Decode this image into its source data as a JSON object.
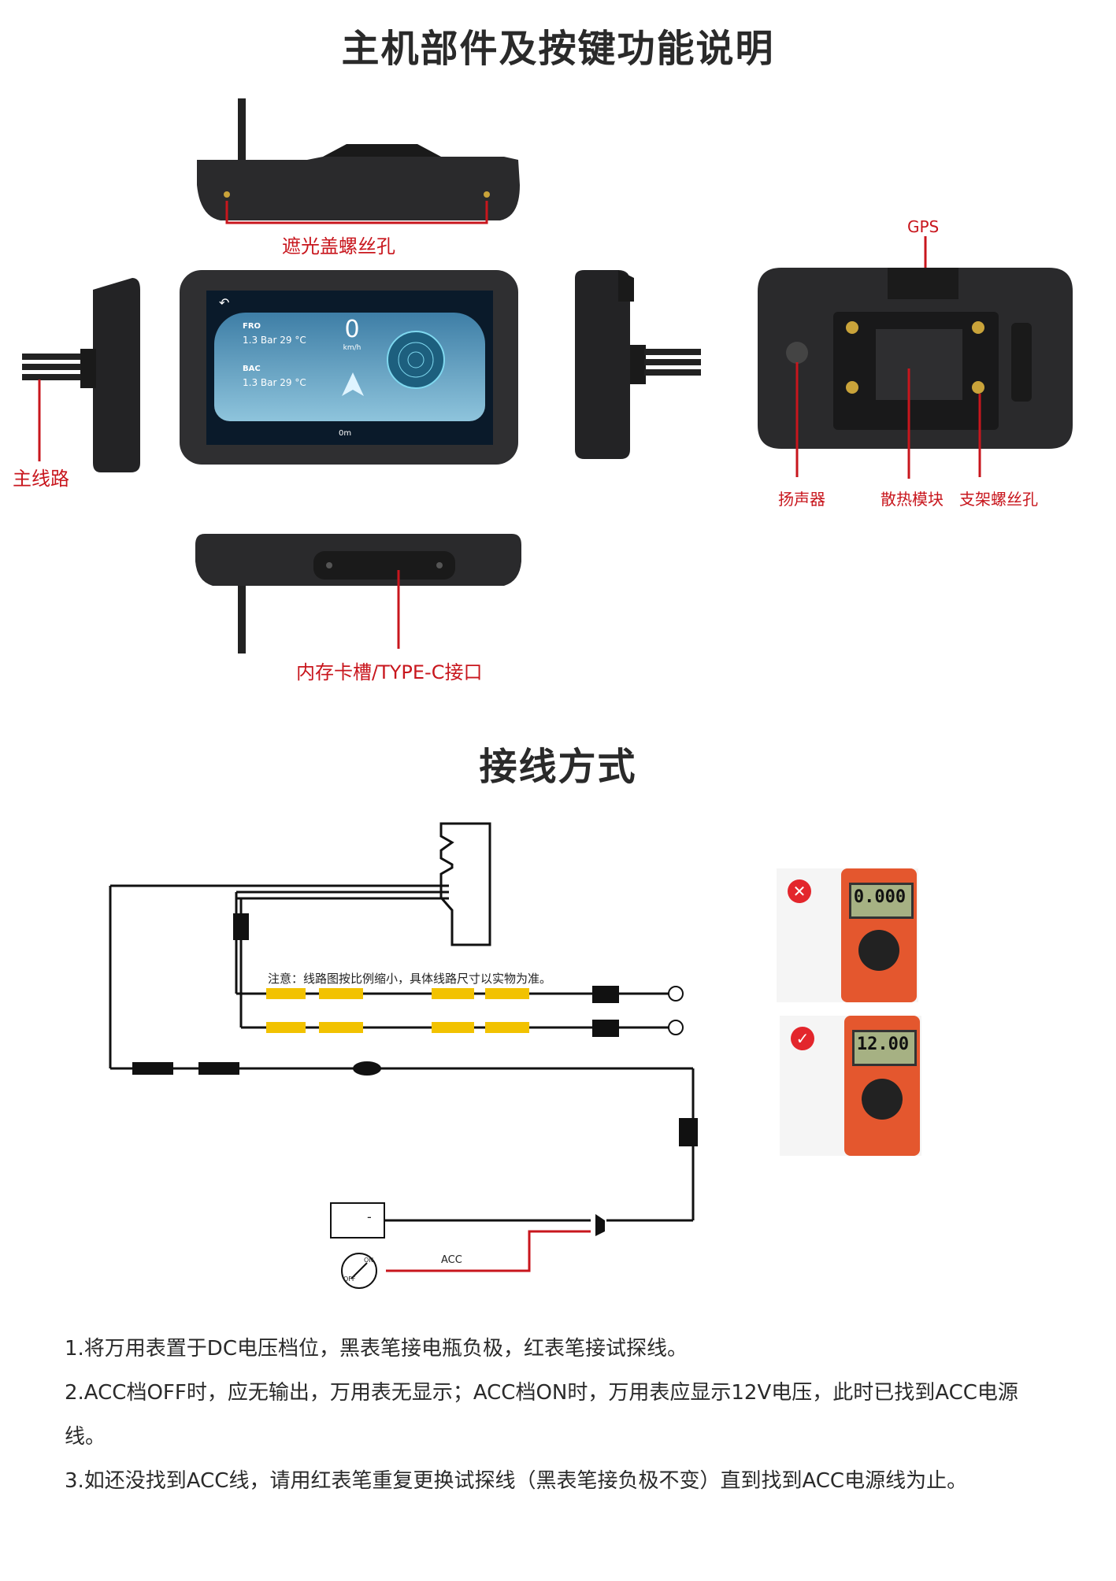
{
  "section1": {
    "title": "主机部件及按键功能说明",
    "labels": {
      "sunshade_holes": "遮光盖螺丝孔",
      "main_line": "主线路",
      "gps": "GPS",
      "speaker": "扬声器",
      "heatsink": "散热模块",
      "bracket_holes": "支架螺丝孔",
      "card_slot": "内存卡槽/TYPE-C接口"
    },
    "screen": {
      "fro_label": "FRO",
      "fro_value": "1.3 Bar 29 °C",
      "bac_label": "BAC",
      "bac_value": "1.3 Bar 29 °C",
      "speed": "0",
      "speed_unit": "km/h",
      "distance": "0m"
    }
  },
  "section2": {
    "title": "接线方式",
    "note": "注意：线路图按比例缩小，具体线路尺寸以实物为准。",
    "acc_label": "ACC",
    "switch_on": "ON",
    "switch_off": "OFF",
    "battery_minus": "-",
    "meter_wrong_reading": "0.000",
    "meter_right_reading": "12.00"
  },
  "instructions": [
    "1.将万用表置于DC电压档位，黑表笔接电瓶负极，红表笔接试探线。",
    "2.ACC档OFF时，应无输出，万用表无显示；ACC档ON时，万用表应显示12V电压，此时已找到ACC电源线。",
    "3.如还没找到ACC线，请用红表笔重复更换试探线（黑表笔接负极不变）直到找到ACC电源线为止。"
  ],
  "colors": {
    "accent_red": "#c8161d",
    "device_black": "#1f1f21",
    "fuse_yellow": "#f2c200",
    "meter_orange": "#e4572e"
  }
}
